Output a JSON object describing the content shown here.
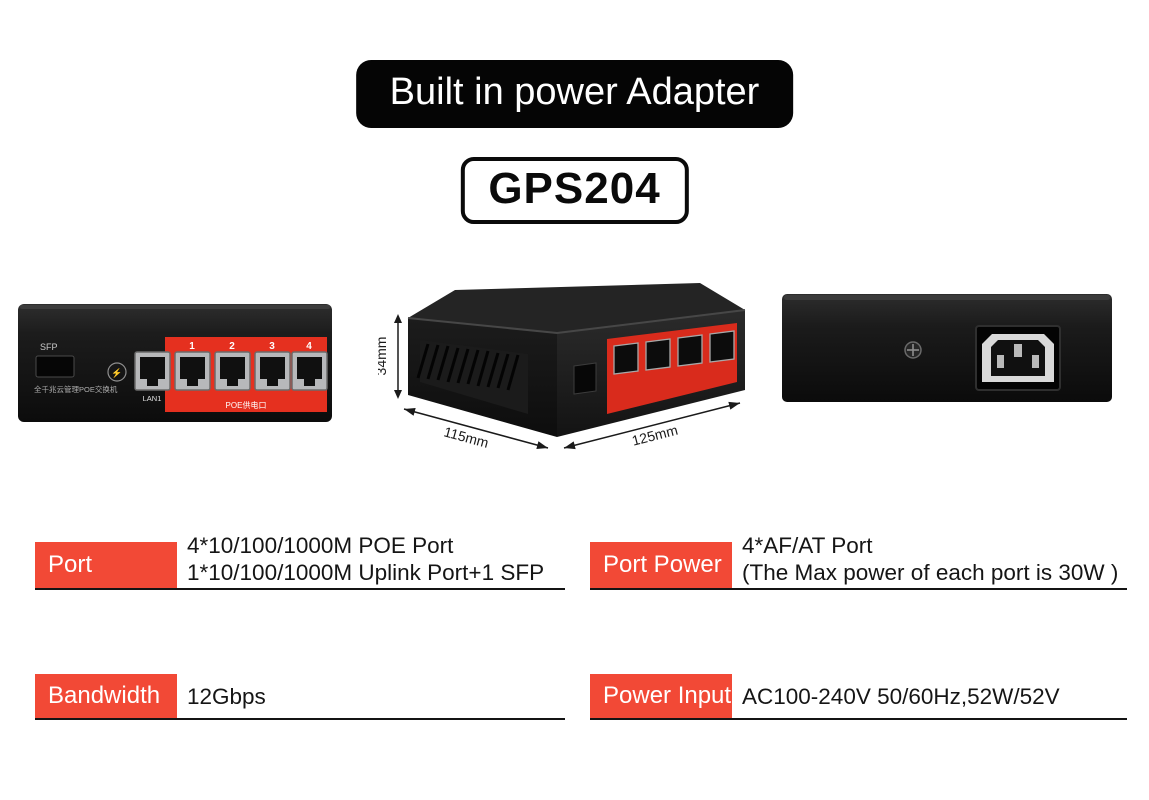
{
  "header": {
    "banner": "Built in power Adapter",
    "model": "GPS204"
  },
  "front_view": {
    "sfp_label": "SFP",
    "product_cn_label": "全千兆云管理POE交换机",
    "lan_label": "LAN1",
    "port_numbers": [
      "1",
      "2",
      "3",
      "4"
    ],
    "poe_caption": "POE供电口"
  },
  "dimensions": {
    "height": "34mm",
    "depth": "115mm",
    "width": "125mm"
  },
  "specs": [
    {
      "label": "Port",
      "value_lines": [
        "4*10/100/1000M POE Port",
        "1*10/100/1000M Uplink Port+1 SFP"
      ]
    },
    {
      "label": "Port Power",
      "value_lines": [
        "4*AF/AT Port",
        "(The Max power of each port is 30W )"
      ]
    },
    {
      "label": "Bandwidth",
      "value_lines": [
        "12Gbps"
      ]
    },
    {
      "label": "Power Input",
      "value_lines": [
        "AC100-240V 50/60Hz,52W/52V"
      ]
    }
  ],
  "colors": {
    "accent_red": "#f24936",
    "panel_red": "#e5301f",
    "banner_bg": "#050505",
    "chassis_black": "#1a1a1a"
  }
}
